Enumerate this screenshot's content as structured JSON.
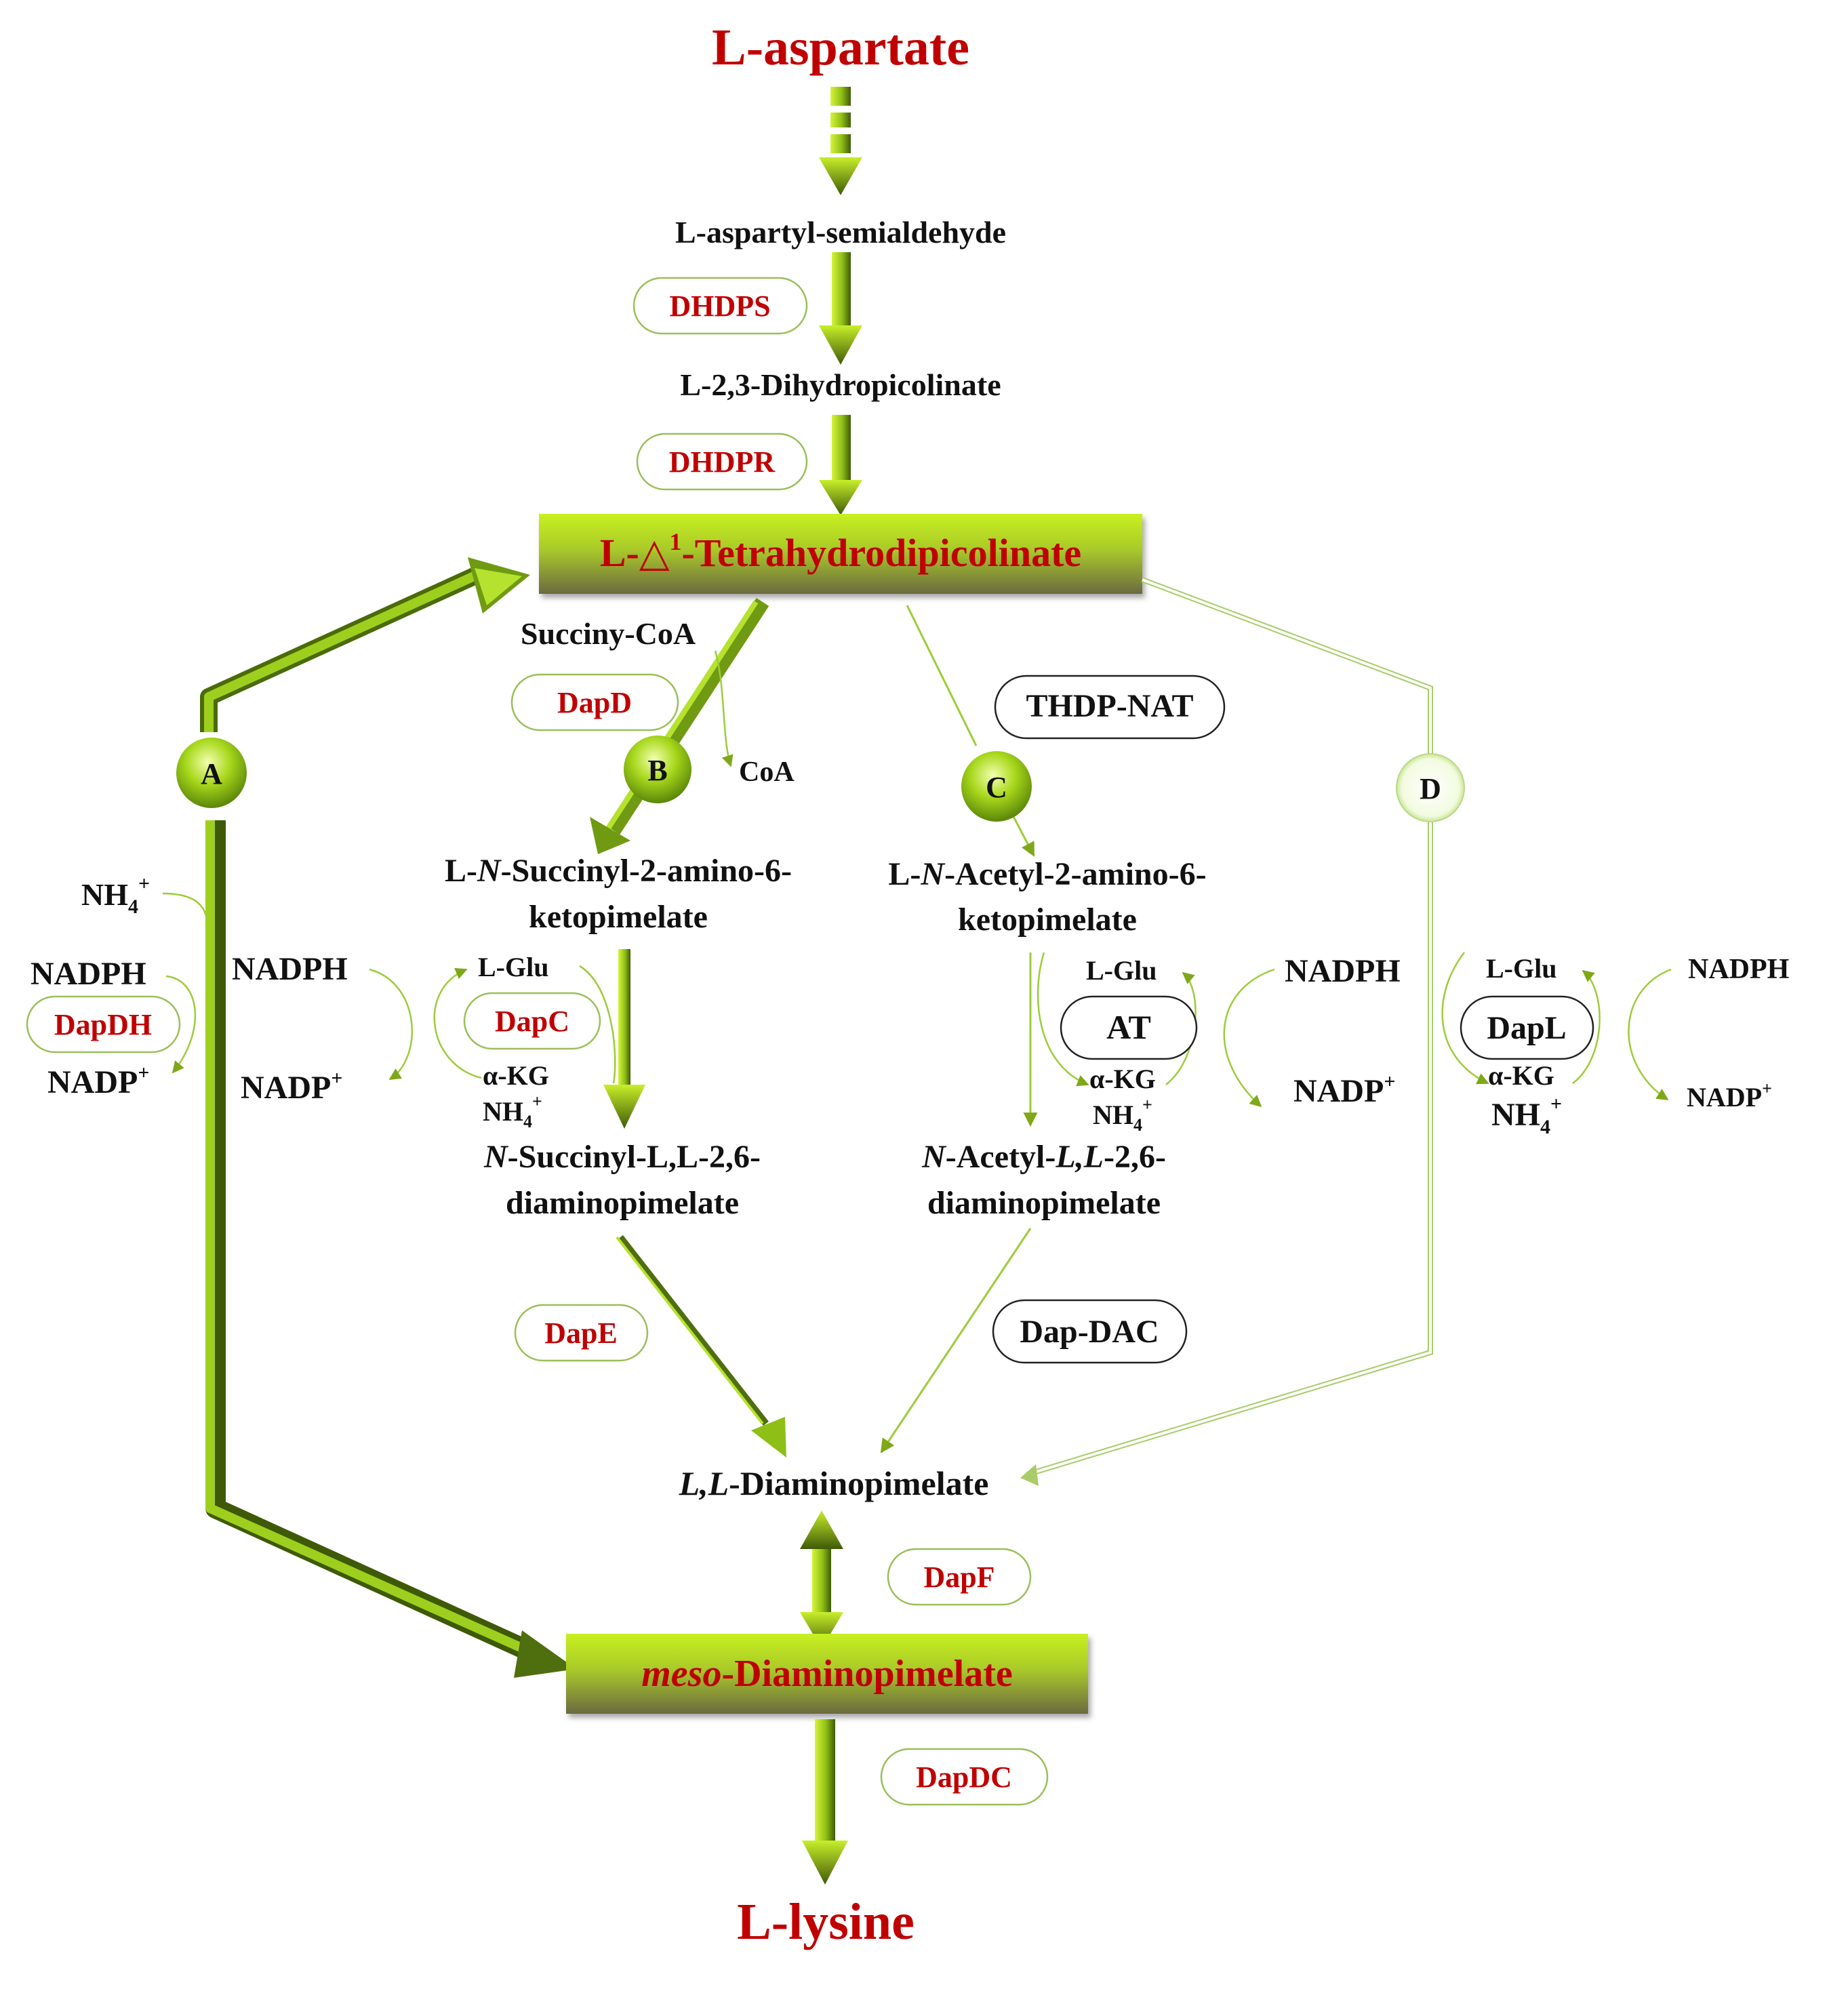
{
  "colors": {
    "red_text": "#c00000",
    "black_text": "#111111",
    "arrow_dark": "#5a7a10",
    "arrow_light": "#b8e020",
    "box_light": "#c8f020",
    "box_dark": "#6b6a40",
    "enzyme_border_green": "#9abf5a",
    "enzyme_border_black": "#222222"
  },
  "nodes": {
    "start": "L-aspartate",
    "semialdehyde": "L-aspartyl-semialdehyde",
    "dihydro": "L-2,3-Dihydropicolinate",
    "thdp_prefix": "L-",
    "thdp_triangle": "△",
    "thdp_sup": "1",
    "thdp_suffix": "-Tetrahydrodipicolinate",
    "succ_keto_1_prefix": "L-",
    "succ_keto_1_italic": "N",
    "succ_keto_1_suffix": "-Succinyl-2-amino-6-",
    "succ_keto_2": "ketopimelate",
    "acet_keto_1_prefix": "L-",
    "acet_keto_1_italic": "N",
    "acet_keto_1_suffix": "-Acetyl-2-amino-6-",
    "acet_keto_2": "ketopimelate",
    "succ_dap_1_italic": "N",
    "succ_dap_1_suffix": "-Succinyl-L,L-2,6-",
    "succ_dap_2": "diaminopimelate",
    "acet_dap_1_italic": "N",
    "acet_dap_1_mid": "-Acetyl-",
    "acet_dap_1_italic2": "L,L",
    "acet_dap_1_suffix": "-2,6-",
    "acet_dap_2": "diaminopimelate",
    "lldap_italic": "L,L",
    "lldap_suffix": "-Diaminopimelate",
    "meso_italic": "meso",
    "meso_suffix": "-Diaminopimelate",
    "end": "L-lysine"
  },
  "enzymes": {
    "dhdps": "DHDPS",
    "dhdpr": "DHDPR",
    "dapd": "DapD",
    "thdp_nat": "THDP-NAT",
    "dapdh": "DapDH",
    "dapc": "DapC",
    "at": "AT",
    "dapl": "DapL",
    "dape": "DapE",
    "dap_dac": "Dap-DAC",
    "dapf": "DapF",
    "dapdc": "DapDC"
  },
  "pathways": {
    "a": "A",
    "b": "B",
    "c": "C",
    "d": "D"
  },
  "cofactors": {
    "succinyl_coa": "Succiny-CoA",
    "coa": "CoA",
    "nh4_base": "NH",
    "nh4_sub": "4",
    "nh4_sup": "+",
    "nadph": "NADPH",
    "nadp_base": "NADP",
    "nadp_sup": "+",
    "lglu": "L-Glu",
    "akg": "α-KG"
  }
}
